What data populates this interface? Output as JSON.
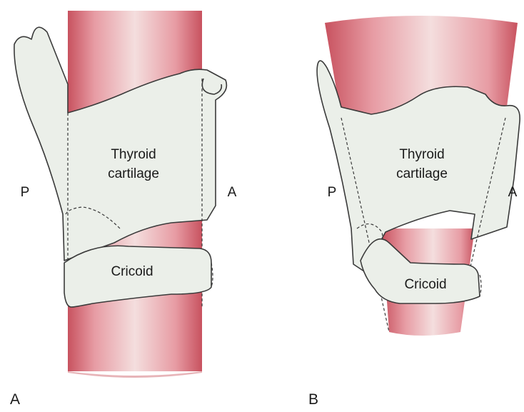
{
  "colors": {
    "trachea_light": "#f4dede",
    "trachea_mid": "#e79ca4",
    "trachea_dark": "#c8525f",
    "cartilage_fill": "#ebefe9",
    "outline": "#3a3a3a"
  },
  "panels": [
    {
      "id": "A",
      "panel_label": "A",
      "posterior_label": "P",
      "anterior_label": "A",
      "thyroid_label_line1": "Thyroid",
      "thyroid_label_line2": "cartilage",
      "cricoid_label": "Cricoid"
    },
    {
      "id": "B",
      "panel_label": "B",
      "posterior_label": "P",
      "anterior_label": "A",
      "thyroid_label_line1": "Thyroid",
      "thyroid_label_line2": "cartilage",
      "cricoid_label": "Cricoid"
    }
  ]
}
